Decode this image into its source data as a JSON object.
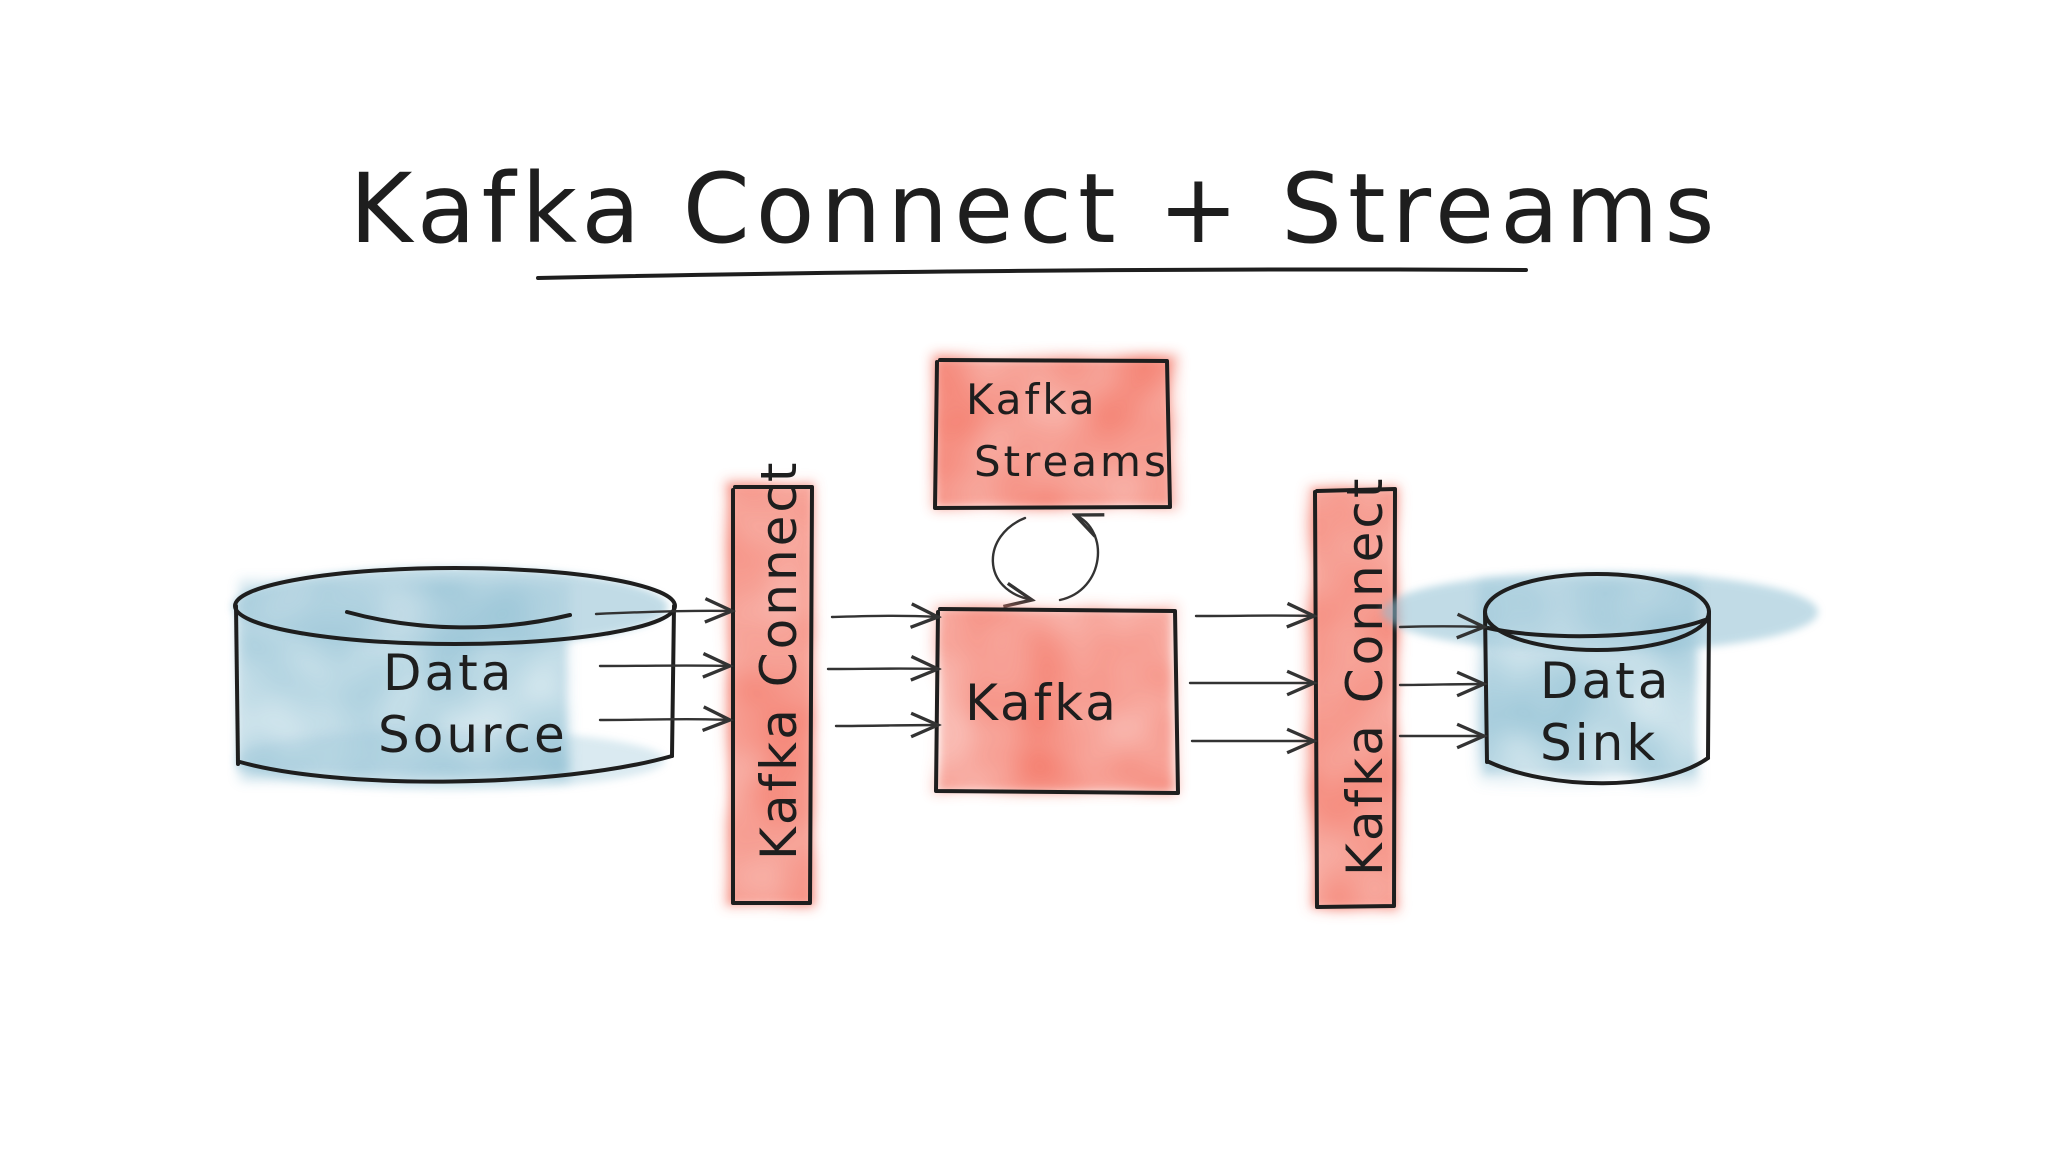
{
  "title": "Kafka Connect + Streams",
  "nodes": {
    "data_source": {
      "line1": "Data",
      "line2": "Source"
    },
    "kafka_connect_left": {
      "label": "Kafka Connect"
    },
    "kafka_streams": {
      "line1": "Kafka",
      "line2": "Streams"
    },
    "kafka": {
      "label": "Kafka"
    },
    "kafka_connect_right": {
      "label": "Kafka Connect"
    },
    "data_sink": {
      "line1": "Data",
      "line2": "Sink"
    }
  },
  "colors": {
    "red_fill": "#f47a6a",
    "blue_fill": "#8fbfd3",
    "ink": "#1e1e1e"
  }
}
